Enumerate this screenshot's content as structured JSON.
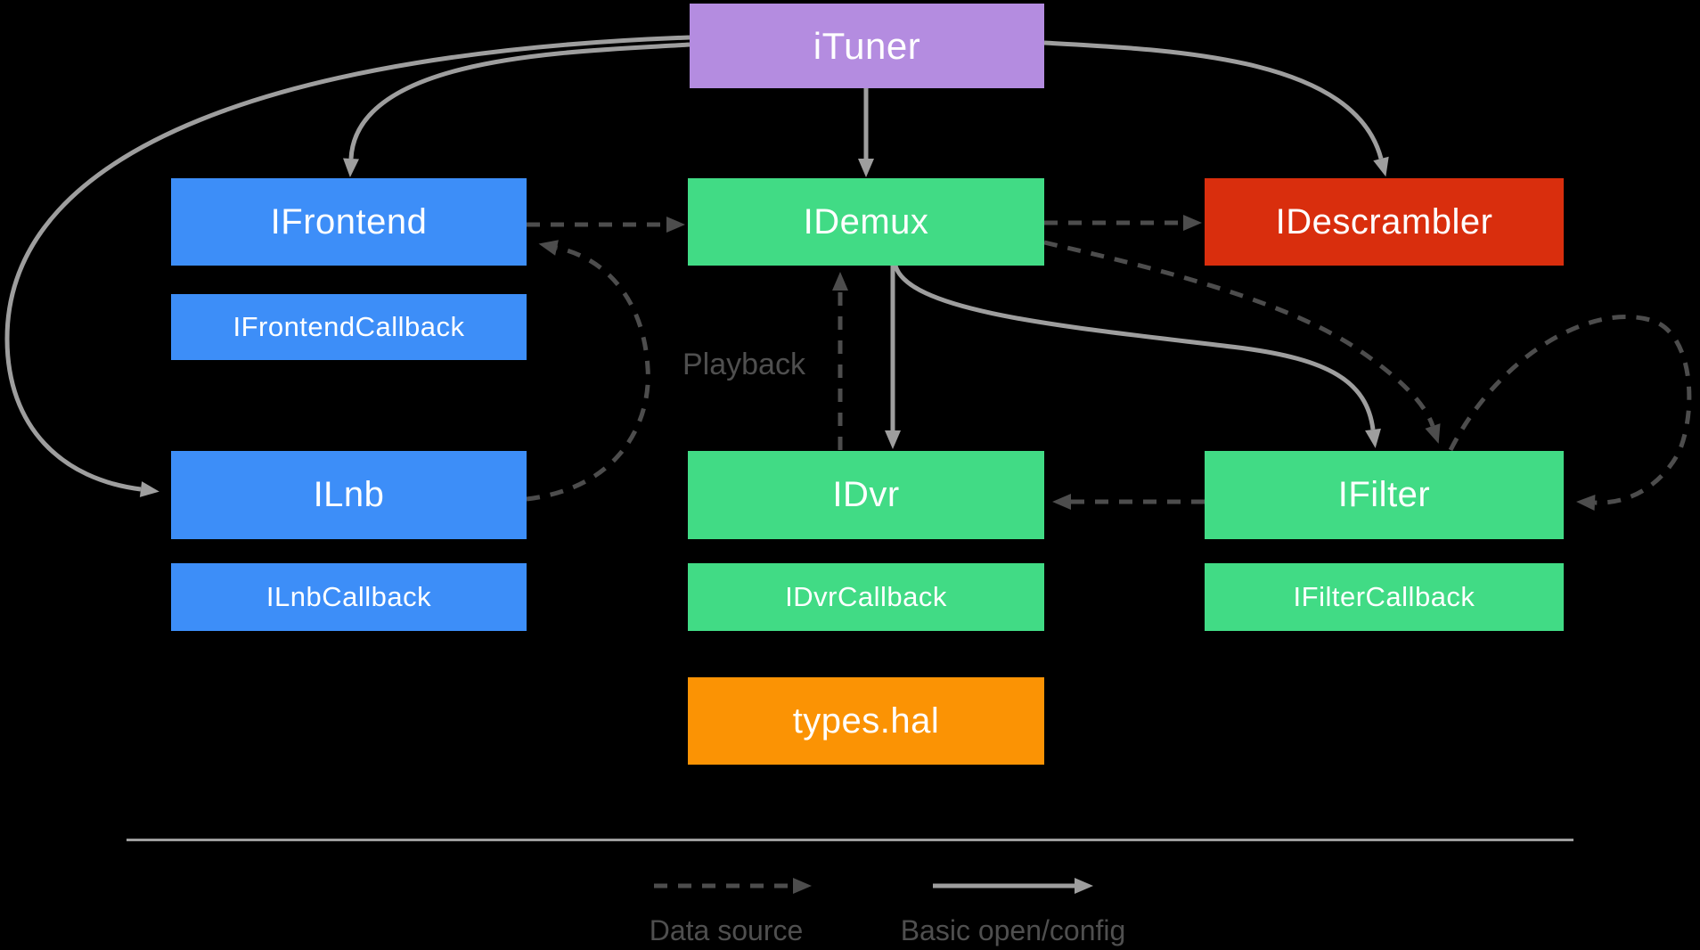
{
  "background": "#000000",
  "nodes": {
    "ituner": {
      "label": "iTuner",
      "color": "#B48CE0"
    },
    "ifrontend": {
      "label": "IFrontend",
      "color": "#3D8EF8"
    },
    "ifrontend_callback": {
      "label": "IFrontendCallback",
      "color": "#3D8EF8"
    },
    "ilnb": {
      "label": "ILnb",
      "color": "#3D8EF8"
    },
    "ilnb_callback": {
      "label": "ILnbCallback",
      "color": "#3D8EF8"
    },
    "idemux": {
      "label": "IDemux",
      "color": "#41DB85"
    },
    "idvr": {
      "label": "IDvr",
      "color": "#41DB85"
    },
    "idvr_callback": {
      "label": "IDvrCallback",
      "color": "#41DB85"
    },
    "idescrambler": {
      "label": "IDescrambler",
      "color": "#D92E0D"
    },
    "ifilter": {
      "label": "IFilter",
      "color": "#41DB85"
    },
    "ifilter_callback": {
      "label": "IFilterCallback",
      "color": "#41DB85"
    },
    "types_hal": {
      "label": "types.hal",
      "color": "#FB9304"
    }
  },
  "annotations": {
    "playback": "Playback"
  },
  "legend": {
    "dashed_label": "Data source",
    "solid_label": "Basic open/config"
  },
  "colors": {
    "solid_arrow": "#9E9E9E",
    "dashed_arrow": "#4D4D4D",
    "annotation_text": "#4F4F4F",
    "box_text": "#FFFFFF",
    "divider": "#9E9E9E"
  }
}
